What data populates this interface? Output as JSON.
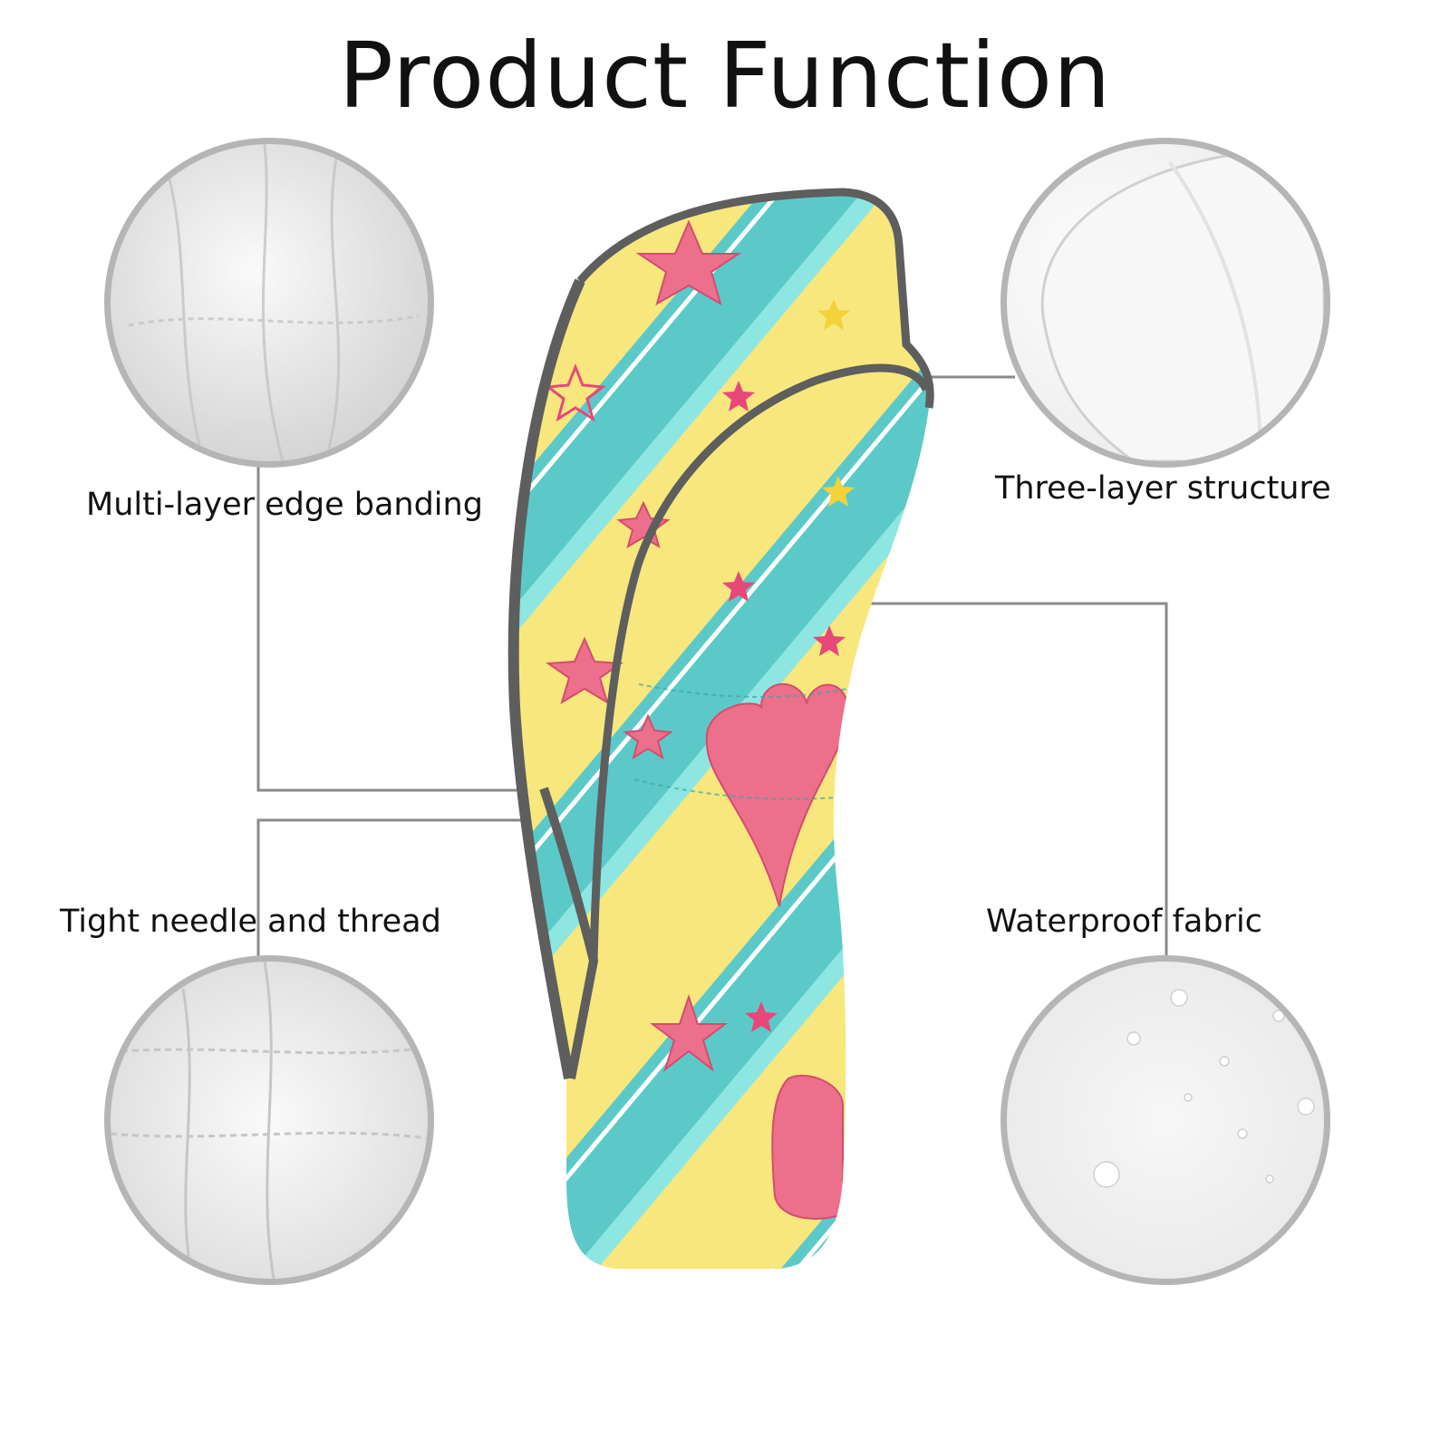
{
  "title": "Product Function",
  "features": [
    {
      "label": "Multi-layer edge banding",
      "image": "white-leather-edge-closeup"
    },
    {
      "label": "Three-layer structure",
      "image": "white-layered-edge-closeup"
    },
    {
      "label": "Tight needle and thread",
      "image": "white-stitching-closeup"
    },
    {
      "label": "Waterproof fabric",
      "image": "water-droplets-on-white-fabric"
    }
  ],
  "product": {
    "name": "golf-headcover",
    "colors": {
      "yellow": "#f8e77c",
      "teal": "#5cc9c9",
      "light_teal": "#8ee6e2",
      "pink": "#ec6f8c",
      "trim": "#5e5e5e"
    }
  },
  "colors": {
    "circle_border": "#b5b5b5",
    "connector": "#8a8a8a"
  }
}
